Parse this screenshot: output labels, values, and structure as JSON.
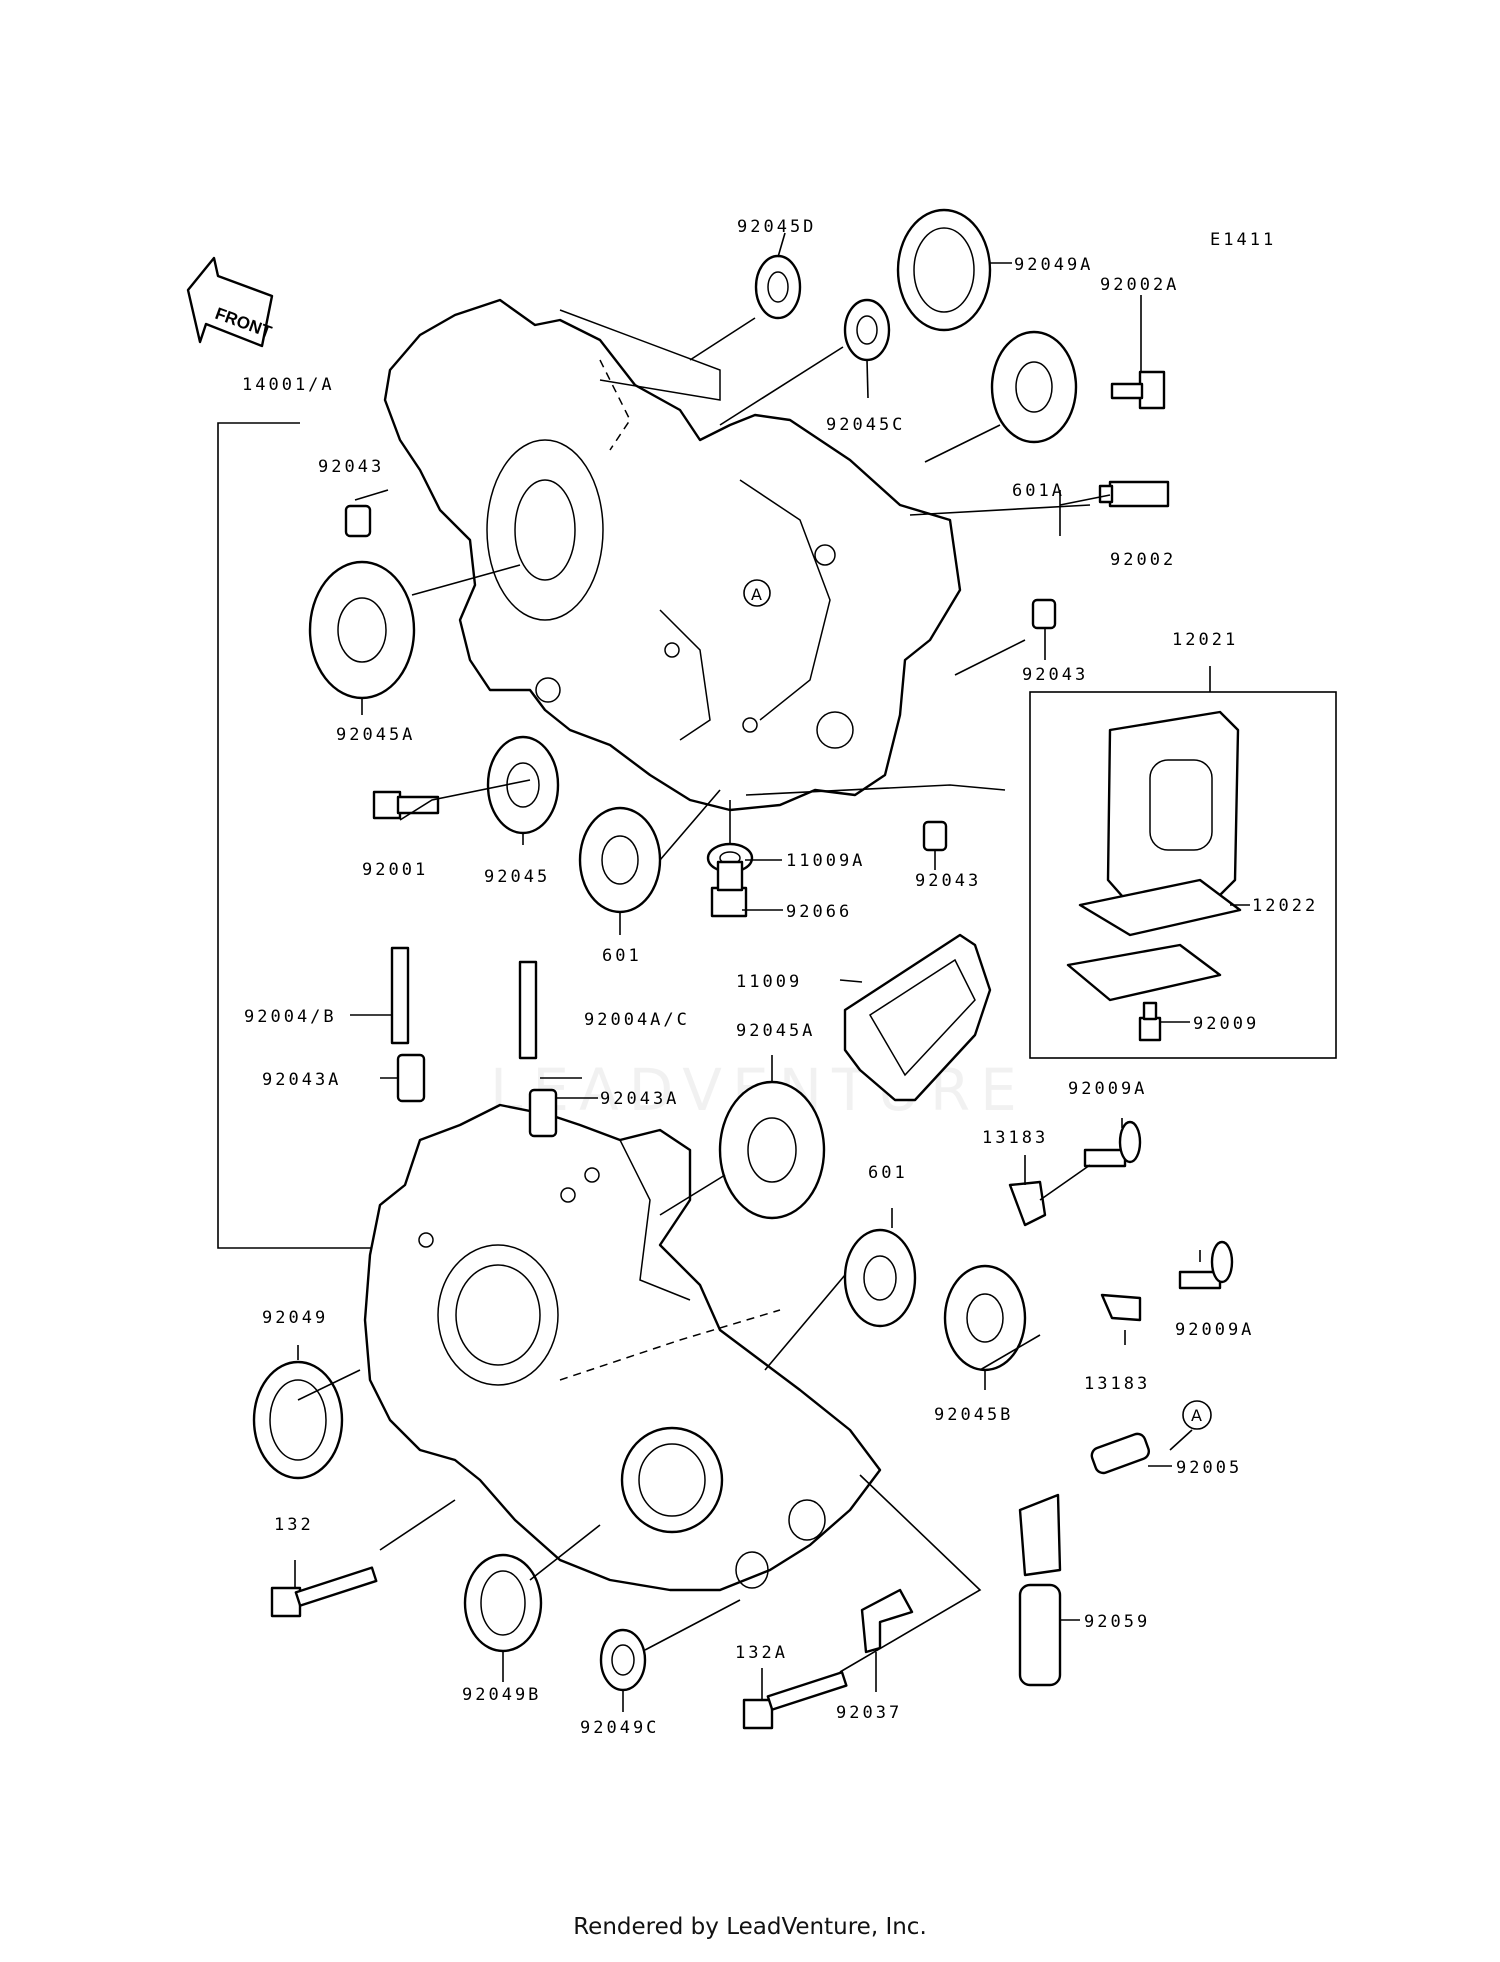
{
  "diagram_code": "E1411",
  "front_label": "FRONT",
  "watermark": "LEADVENTURE",
  "footer": "Rendered by LeadVenture, Inc.",
  "callout_letter": "A",
  "labels": [
    "92045D",
    "92049A",
    "92002A",
    "14001/A",
    "92045C",
    "92043",
    "601A",
    "92002",
    "92043",
    "12021",
    "92045A",
    "92001",
    "92045",
    "601",
    "11009A",
    "92043",
    "12022",
    "92066",
    "11009",
    "92009",
    "92004/B",
    "92004A/C",
    "92045A",
    "92043A",
    "92043A",
    "92009A",
    "13183",
    "601",
    "92049",
    "92009A",
    "13183",
    "92045B",
    "92005",
    "132",
    "92059",
    "132A",
    "92049B",
    "92049C",
    "92037"
  ]
}
